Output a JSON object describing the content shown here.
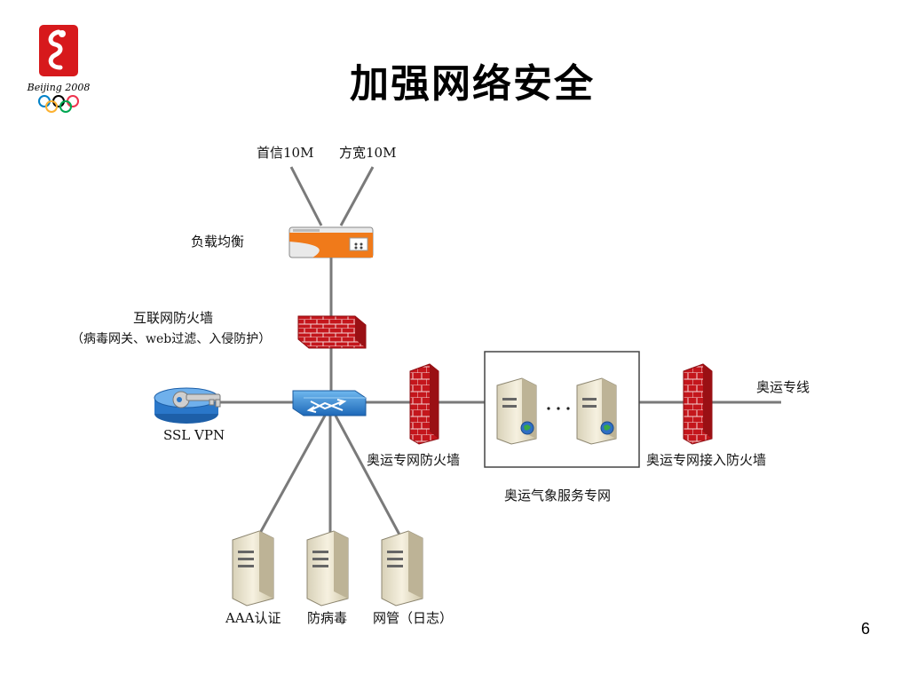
{
  "slide": {
    "title": "加强网络安全",
    "page_number": "6"
  },
  "logo": {
    "text": "Beijing 2008",
    "emblem_color": "#d7191c",
    "rings_colors": [
      "#0081c8",
      "#000000",
      "#ee334e",
      "#fcb131",
      "#00a651"
    ]
  },
  "diagram": {
    "labels": {
      "isp1": "首信10M",
      "isp2": "方宽10M",
      "load_balancer": "负载均衡",
      "internet_firewall_line1": "互联网防火墙",
      "internet_firewall_line2": "（病毒网关、web过滤、入侵防护）",
      "ssl_vpn": "SSL VPN",
      "olympic_firewall": "奥运专网防火墙",
      "weather_network": "奥运气象服务专网",
      "access_firewall": "奥运专网接入防火墙",
      "olympic_line": "奥运专线",
      "aaa_server": "AAA认证",
      "antivirus_server": "防病毒",
      "nms_server": "网管（日志）"
    },
    "colors": {
      "link": "#7a7a7a",
      "firewall_brick": "#c4161c",
      "load_balancer_accent": "#f07a1a",
      "switch_blue": "#2f8fd8",
      "router_blue": "#2a77c9",
      "server_body": "#f0ead6"
    }
  }
}
